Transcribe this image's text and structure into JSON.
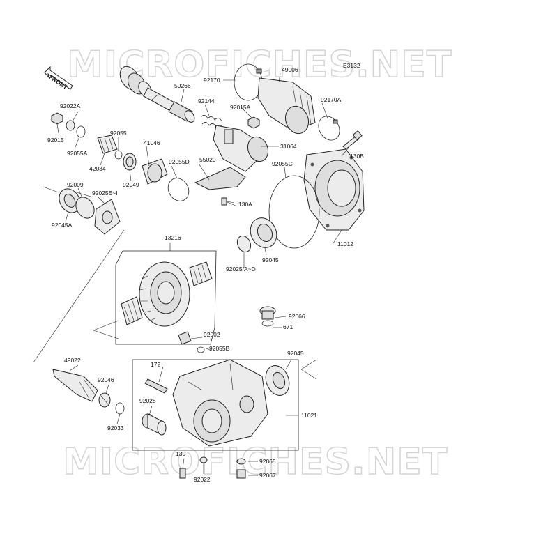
{
  "diagram_code": "E3132",
  "watermark": "MICROFICHES.NET",
  "front_indicator": "FRONT",
  "parts": [
    {
      "id": "92170"
    },
    {
      "id": "49006"
    },
    {
      "id": "59266"
    },
    {
      "id": "92144"
    },
    {
      "id": "92015A"
    },
    {
      "id": "92170A"
    },
    {
      "id": "92022A"
    },
    {
      "id": "92015"
    },
    {
      "id": "92055A"
    },
    {
      "id": "92055"
    },
    {
      "id": "42034"
    },
    {
      "id": "41046"
    },
    {
      "id": "92055D"
    },
    {
      "id": "55020"
    },
    {
      "id": "31064"
    },
    {
      "id": "130B"
    },
    {
      "id": "92055C"
    },
    {
      "id": "92049"
    },
    {
      "id": "92009"
    },
    {
      "id": "92025E~I"
    },
    {
      "id": "92045A"
    },
    {
      "id": "130A"
    },
    {
      "id": "11012"
    },
    {
      "id": "92045"
    },
    {
      "id": "92025/A~D"
    },
    {
      "id": "13216"
    },
    {
      "id": "92066"
    },
    {
      "id": "671"
    },
    {
      "id": "92002"
    },
    {
      "id": "92055B"
    },
    {
      "id": "92045"
    },
    {
      "id": "49022"
    },
    {
      "id": "172"
    },
    {
      "id": "92046"
    },
    {
      "id": "92028"
    },
    {
      "id": "92033"
    },
    {
      "id": "11021"
    },
    {
      "id": "130"
    },
    {
      "id": "92065"
    },
    {
      "id": "92022"
    },
    {
      "id": "92067"
    }
  ]
}
